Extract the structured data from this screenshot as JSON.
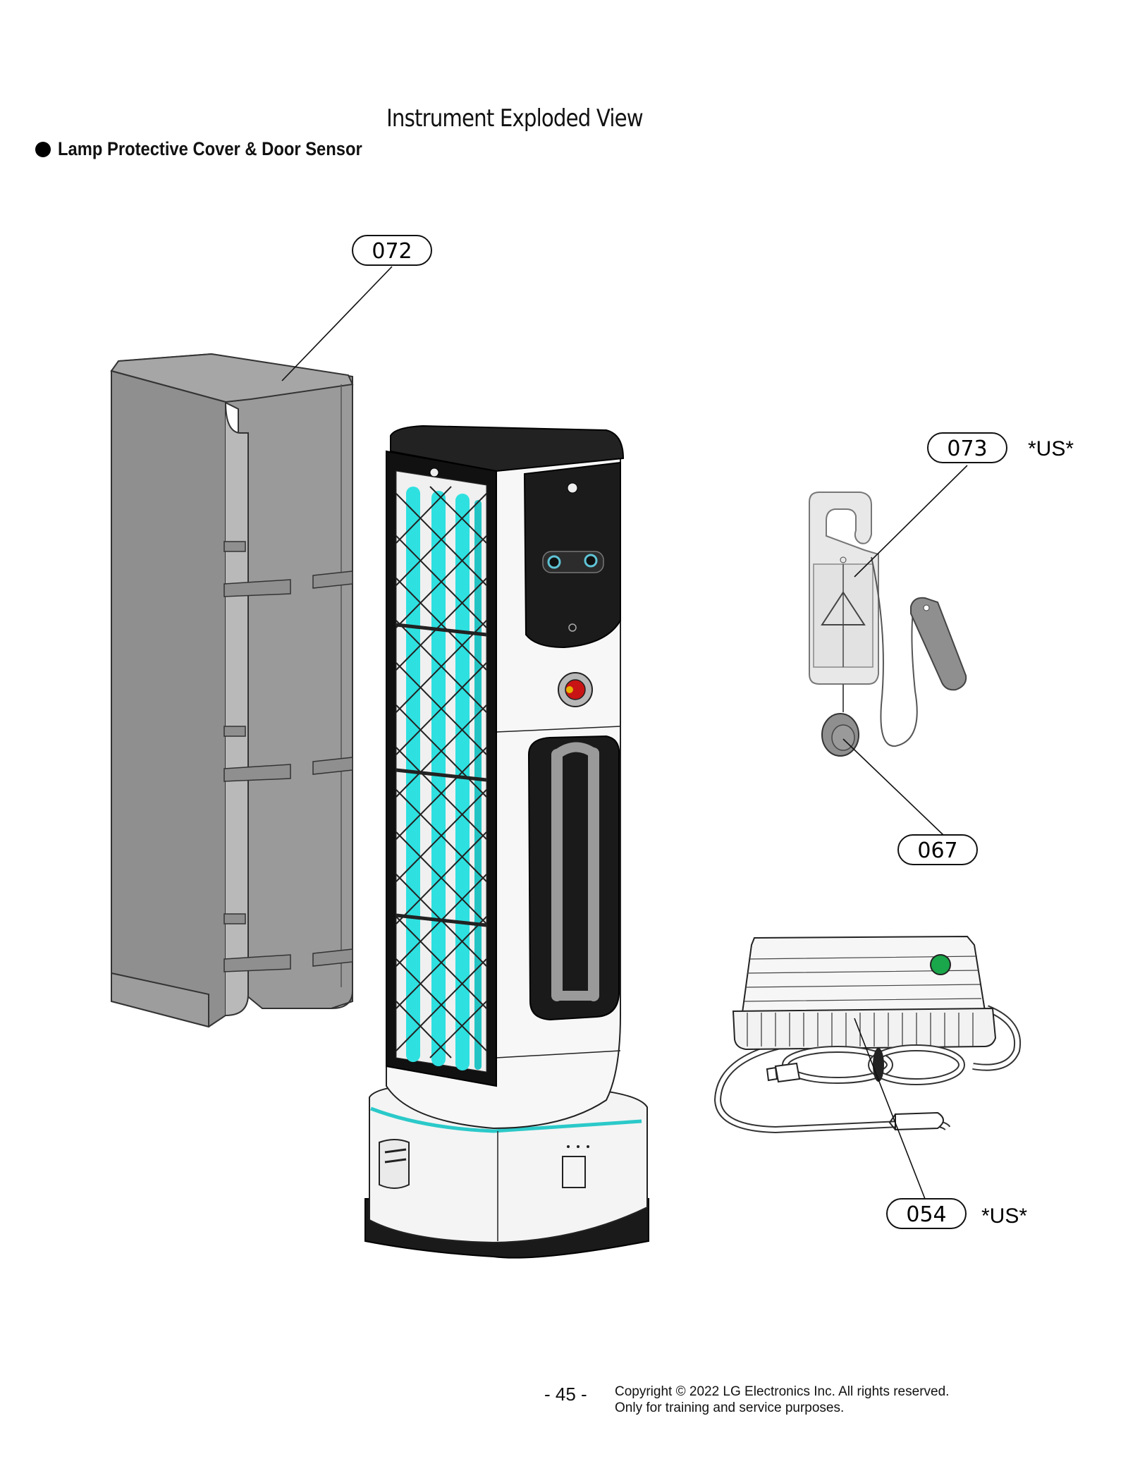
{
  "header": {
    "title": "Instrument Exploded View",
    "section_title": "Lamp Protective Cover & Door Sensor"
  },
  "callouts": [
    {
      "id": "072",
      "region": ""
    },
    {
      "id": "073",
      "region": "*US*"
    },
    {
      "id": "067",
      "region": ""
    },
    {
      "id": "054",
      "region": "*US*"
    }
  ],
  "footer": {
    "page_number": "- 45 -",
    "copyright_line1": "Copyright © 2022 LG Electronics Inc. All rights reserved.",
    "copyright_line2": "Only for training and service purposes."
  },
  "colors": {
    "cover_gray": "#8f8f8f",
    "uv_lamp": "#2fe0e0",
    "power_led": "#1aa64a",
    "stop_button": "#c81414"
  }
}
